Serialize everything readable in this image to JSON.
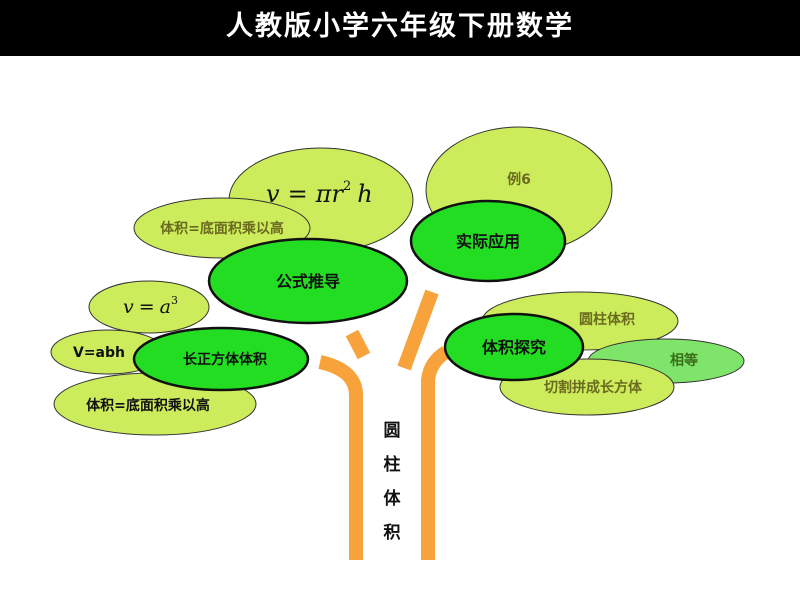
{
  "header": {
    "title": "人教版小学六年级下册数学"
  },
  "trunk": {
    "chars": [
      "圆",
      "柱",
      "体",
      "积"
    ]
  },
  "nodes": {
    "gongshi": "公式推导",
    "shiji": "实际应用",
    "changfang": "长正方体体积",
    "tiji_tanjiu": "体积探究"
  },
  "leaves": {
    "formula_cyl": {
      "v": "v",
      "eq": "=",
      "pi": "π",
      "r": "r",
      "exp": "2",
      "h": "h"
    },
    "formula_cube": {
      "v": "v",
      "eq": "=",
      "a": "a",
      "exp": "3"
    },
    "li6": "例6",
    "tiji_top": "体积=底面积乘以高",
    "tiji_bottom": "体积=底面积乘以高",
    "vabh": "V=abh",
    "yuanzhu_tiji": "圆柱体积",
    "xiangdeng": "相等",
    "qiege": "切割拼成长方体"
  },
  "colors": {
    "header_bg": "#000000",
    "leaf": "#ccec5c",
    "node": "#22dd22",
    "trunk": "#f7a23a",
    "xiangdeng": "#7fe46a"
  }
}
